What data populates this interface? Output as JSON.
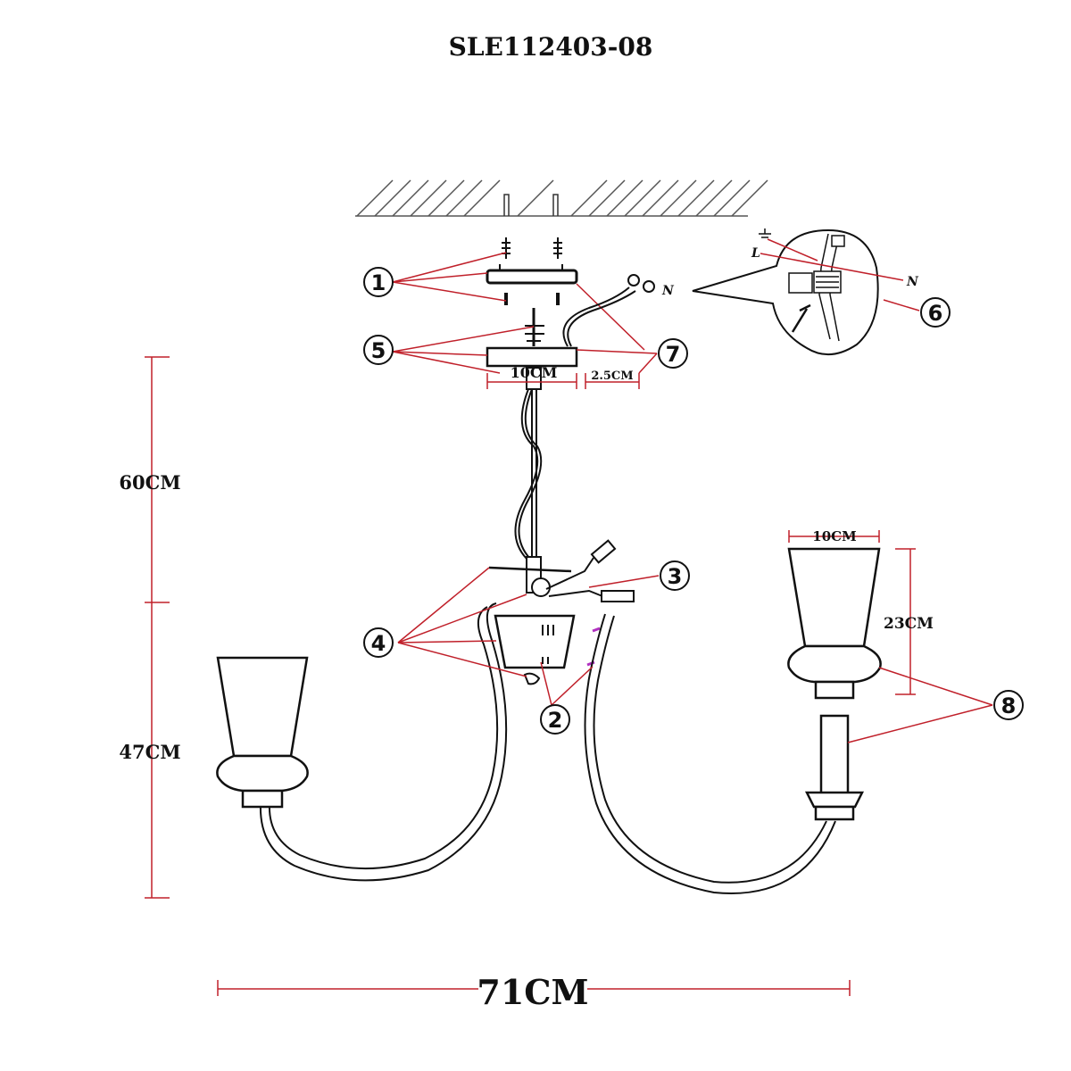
{
  "title": "SLE112403-08",
  "dimensions": {
    "drop_height": "60CM",
    "body_height": "47CM",
    "total_width": "71CM",
    "canopy_width": "10CM",
    "canopy_depth": "2.5CM",
    "shade_width": "10CM",
    "shade_height": "23CM"
  },
  "callouts": [
    "1",
    "2",
    "3",
    "4",
    "5",
    "6",
    "7",
    "8"
  ],
  "wiring": {
    "live": "L",
    "neutral": "N"
  },
  "colors": {
    "line": "#111111",
    "leader": "#c0202a",
    "accent": "#b030c0"
  }
}
